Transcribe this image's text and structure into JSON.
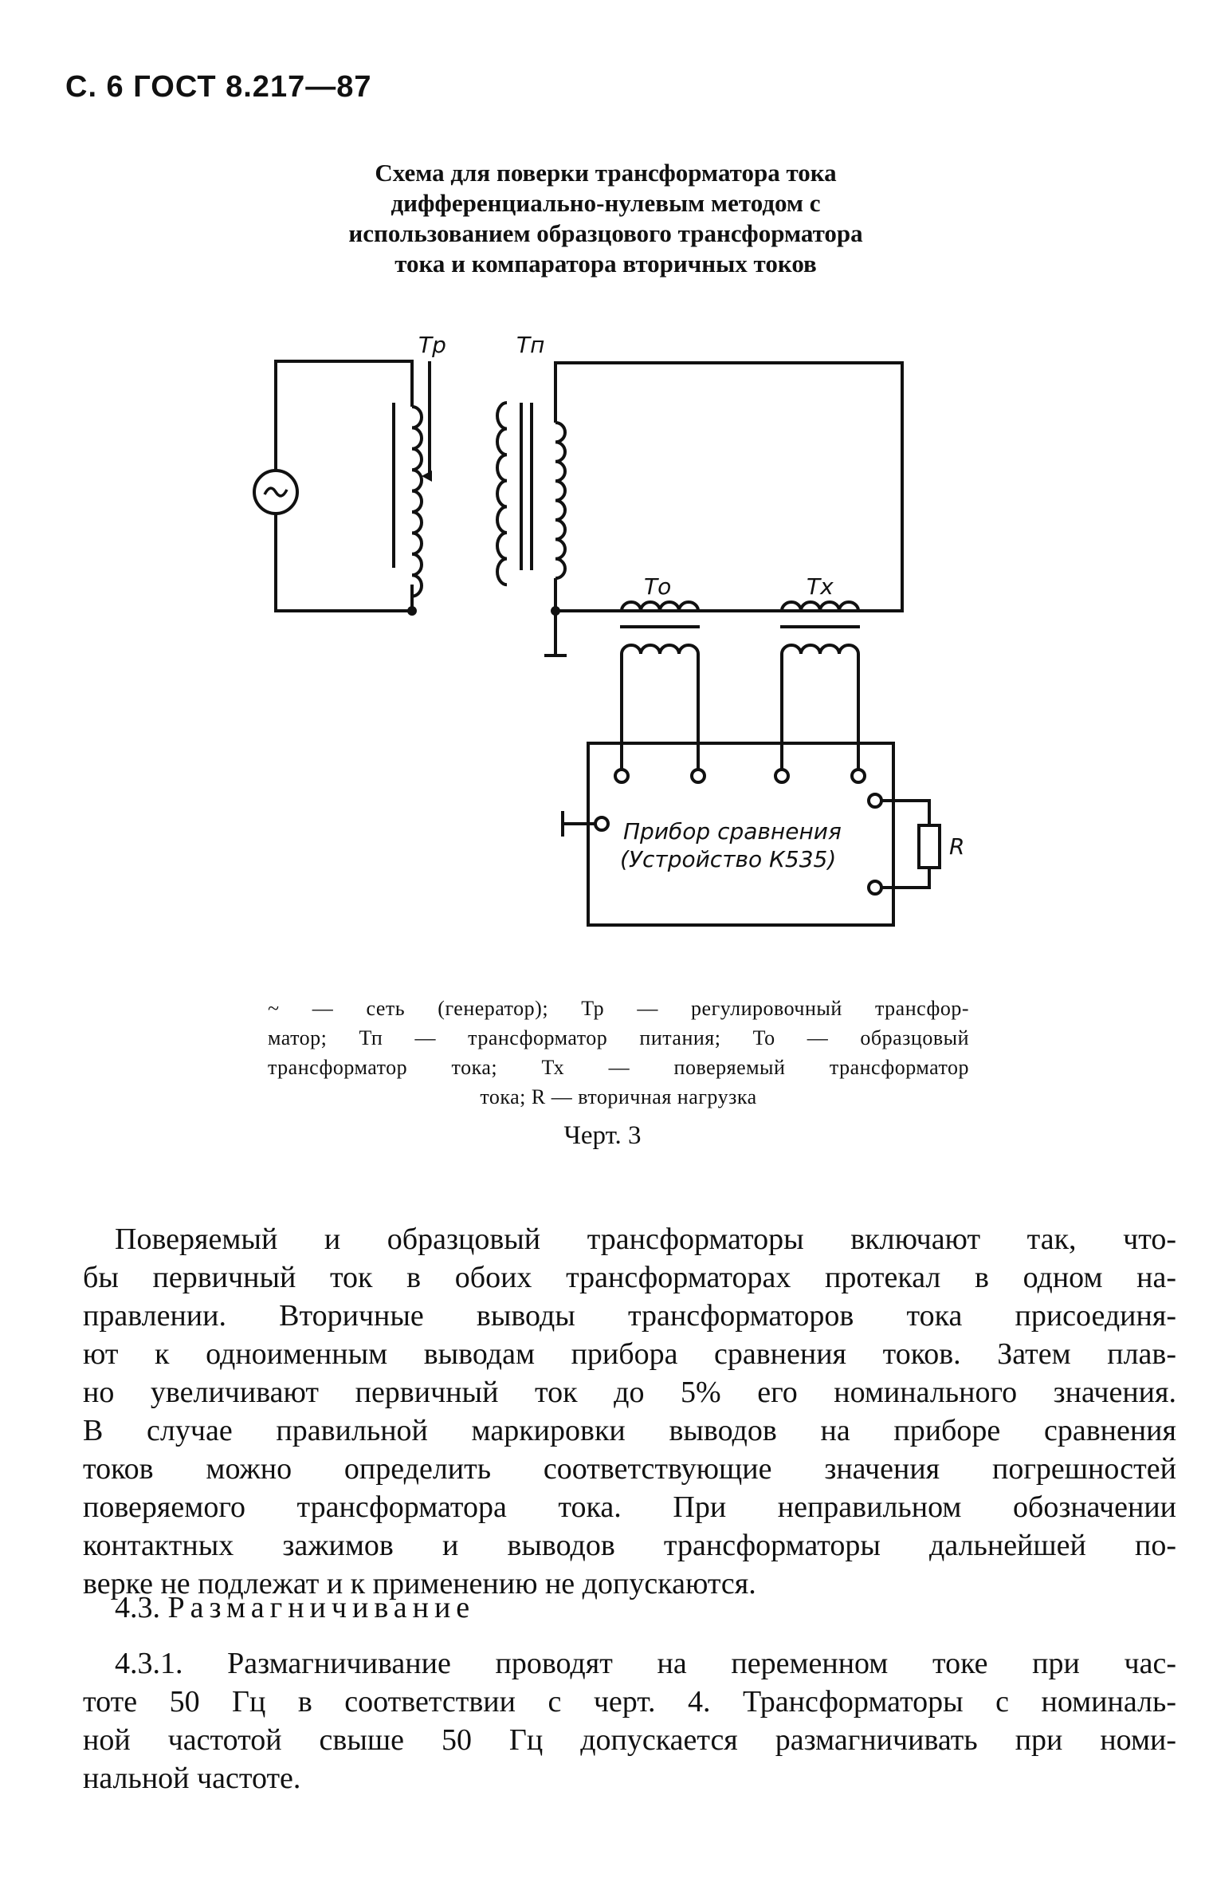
{
  "header": "С. 6 ГОСТ 8.217—87",
  "title_lines": [
    "Схема для поверки трансформатора тока",
    "дифференциально-нулевым методом с",
    "использованием образцового трансформатора",
    "тока и компаратора вторичных токов"
  ],
  "diagram": {
    "label_tp": "Тр",
    "label_tn": "Тп",
    "label_to": "То",
    "label_tx": "Тх",
    "label_r": "R",
    "generator_symbol": "~",
    "device_line1": "Прибор сравнения",
    "device_line2": "(Устройство К535)"
  },
  "legend_lines": [
    "~ — сеть  (генератор);  Тр — регулировочный  трансфор-",
    "матор;  Тп — трансформатор  питания;  То — образцовый",
    "трансформатор  тока;  Тх — поверяемый  трансформатор",
    "тока;  R — вторичная  нагрузка"
  ],
  "caption": "Черт. 3",
  "paragraph1": [
    "Поверяемый и образцовый трансформаторы включают так, что-",
    "бы первичный ток в обоих трансформаторах протекал в одном на-",
    "правлении. Вторичные выводы трансформаторов тока присоединя-",
    "ют к одноименным выводам прибора сравнения токов. Затем плав-",
    "но увеличивают первичный ток до 5% его номинального значения.",
    "В случае правильной маркировки выводов на приборе сравнения",
    "токов можно определить соответствующие значения погрешностей",
    "поверяемого трансформатора тока. При неправильном обозначении",
    "контактных зажимов и выводов трансформаторы дальнейшей по-",
    "верке не подлежат и к применению не допускаются."
  ],
  "section_number": "4.3.",
  "section_title": "Размагничивание",
  "paragraph2": [
    "4.3.1. Размагничивание проводят на переменном токе при час-",
    "тоте 50 Гц в соответствии с черт. 4. Трансформаторы с номиналь-",
    "ной частотой свыше 50 Гц допускается размагничивать при номи-",
    "нальной частоте."
  ]
}
